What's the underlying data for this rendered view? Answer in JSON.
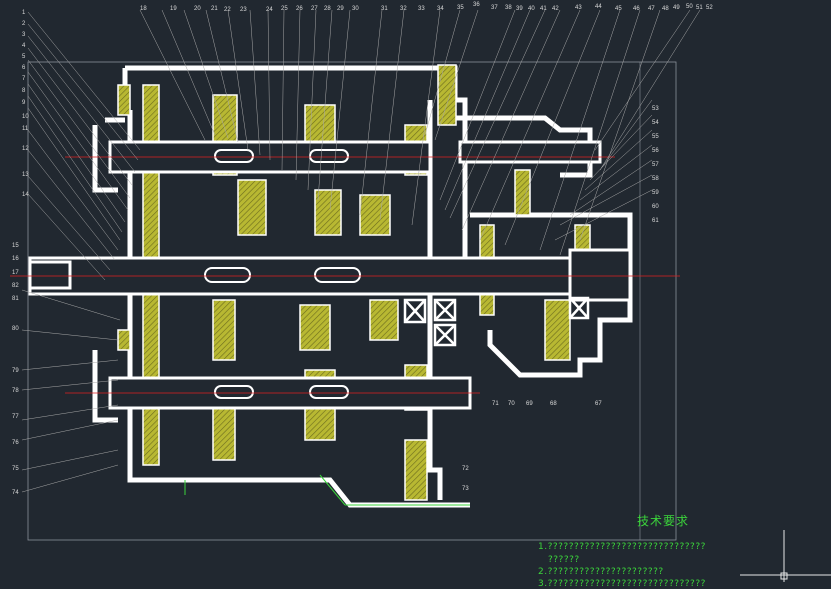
{
  "drawing": {
    "colors": {
      "background": "#212830",
      "outline": "#ffffff",
      "hatch": "#b8b832",
      "centerline": "#e02020",
      "dimension": "#3bd43b",
      "leader": "#a8a8a8",
      "border": "#8a9099",
      "ucs": "#e8e8e8"
    },
    "balloons_top": [
      "18",
      "19",
      "20",
      "21",
      "22",
      "23",
      "24",
      "25",
      "26",
      "27",
      "28",
      "29",
      "30",
      "31",
      "32",
      "33",
      "34",
      "35",
      "36",
      "37",
      "38",
      "39",
      "40",
      "41",
      "42",
      "43",
      "44",
      "45",
      "46",
      "47",
      "48",
      "49",
      "50",
      "51",
      "52"
    ],
    "balloons_left": [
      "1",
      "2",
      "3",
      "4",
      "5",
      "6",
      "7",
      "8",
      "9",
      "10",
      "11",
      "12",
      "13",
      "14",
      "15",
      "16",
      "17"
    ],
    "balloons_left_lower": [
      "82",
      "81",
      "80",
      "79",
      "78",
      "77",
      "76",
      "75",
      "74"
    ],
    "balloons_right": [
      "53",
      "54",
      "55",
      "56",
      "57",
      "58",
      "59",
      "60",
      "61"
    ],
    "balloons_bottom": [
      "72",
      "73",
      "71",
      "70",
      "69",
      "68",
      "67"
    ]
  },
  "notes": {
    "title": "技术要求",
    "line1": "1.??????????????????????????????",
    "line1_cont": "??????",
    "line2": "2.??????????????????????",
    "line3": "3.??????????????????????????????"
  }
}
